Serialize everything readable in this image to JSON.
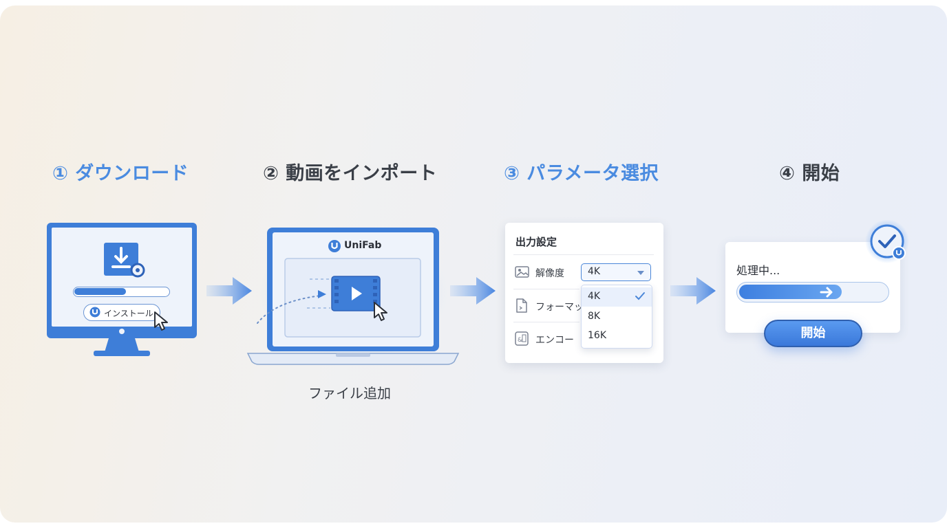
{
  "steps": [
    {
      "title": "① ダウンロード",
      "color": "#4a8be0"
    },
    {
      "title": "② 動画をインポート",
      "color": "#3a3f47"
    },
    {
      "title": "③ パラメータ選択",
      "color": "#4a8be0"
    },
    {
      "title": "④ 開始",
      "color": "#3a3f47"
    }
  ],
  "step1": {
    "install_label": "インストール",
    "progress": 0.55
  },
  "step2": {
    "brand": "UniFab",
    "caption": "ファイル追加"
  },
  "step3": {
    "panel_title": "出力設定",
    "rows": [
      {
        "label": "解像度",
        "icon": "image-icon"
      },
      {
        "label": "フォーマッ",
        "icon": "file-icon"
      },
      {
        "label": "エンコー",
        "icon": "encoder-icon"
      }
    ],
    "selected": "4K",
    "options": [
      "4K",
      "8K",
      "16K"
    ]
  },
  "step4": {
    "status": "処理中...",
    "progress": 0.7,
    "start_label": "開始"
  },
  "colors": {
    "accent": "#4a8be0",
    "dark_text": "#3a3f47",
    "arrow": "#4a86e0"
  }
}
